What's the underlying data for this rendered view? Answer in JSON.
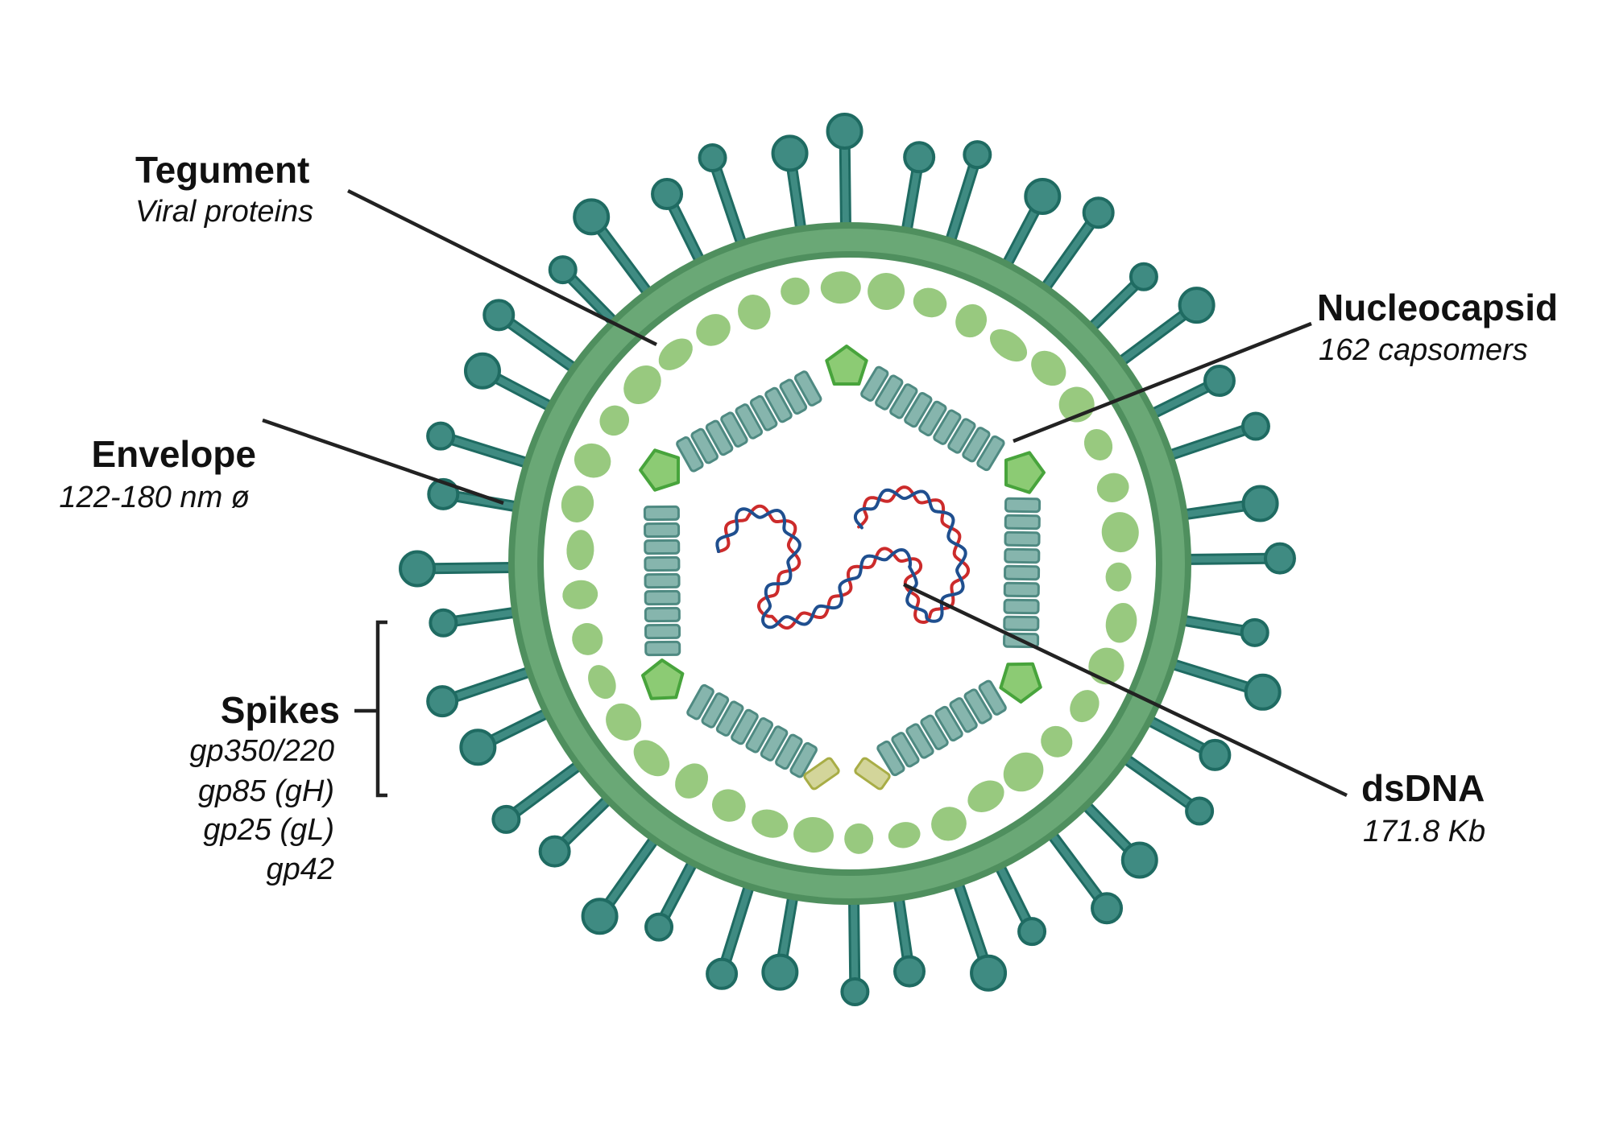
{
  "labels": {
    "tegument": {
      "title": "Tegument",
      "sub": "Viral proteins"
    },
    "envelope": {
      "title": "Envelope",
      "sub": "122-180 nm ø"
    },
    "spikes": {
      "title": "Spikes",
      "sub": [
        "gp350/220",
        "gp85 (gH)",
        "gp25 (gL)",
        "gp42"
      ]
    },
    "nucleocapsid": {
      "title": "Nucleocapsid",
      "sub": "162 capsomers"
    },
    "dsdna": {
      "title": "dsDNA",
      "sub": "171.8 Kb"
    }
  },
  "colors": {
    "spike": "#3f8b82",
    "spike_stroke": "#1f6b62",
    "envelope": "#6aa876",
    "envelope_dark": "#4f8f5e",
    "tegument": "#98c97f",
    "capsomer": "#86b5ad",
    "capsomer_stroke": "#4f8a82",
    "vertex": "#8ccb74",
    "vertex_stroke": "#48a43c",
    "open_vertex": "#d3d59a",
    "open_vertex_stroke": "#a8ad46",
    "dna_red": "#cc2b2b",
    "dna_blue": "#1f4f8f"
  }
}
